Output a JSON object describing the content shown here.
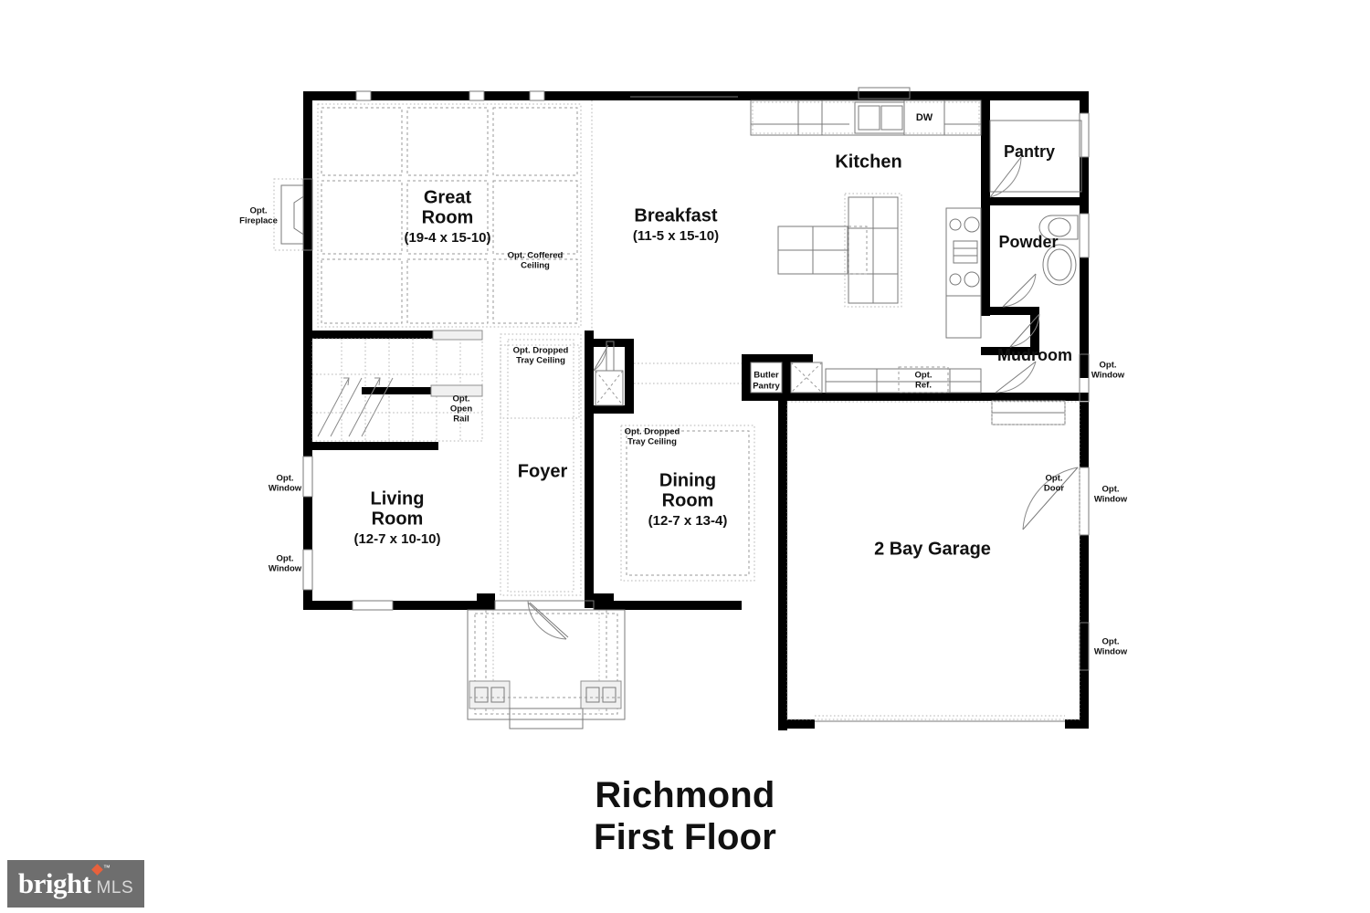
{
  "document": {
    "type": "residential-floor-plan",
    "title_lines": [
      "Richmond",
      "First Floor"
    ],
    "plan_name": "Richmond",
    "floor_name": "First Floor"
  },
  "watermark": {
    "brand": "bright",
    "suffix": "MLS",
    "trademark": "™",
    "background_color": "#6e6e6e",
    "accent_color": "#e8613c"
  },
  "rooms": [
    {
      "id": "great-room",
      "name": "Great\nRoom",
      "name_line1": "Great",
      "name_line2": "Room",
      "dimensions": "(19-4 x 15-10)"
    },
    {
      "id": "breakfast",
      "name": "Breakfast",
      "name_line1": "Breakfast",
      "dimensions": "(11-5 x 15-10)"
    },
    {
      "id": "kitchen",
      "name": "Kitchen",
      "name_line1": "Kitchen",
      "dimensions": ""
    },
    {
      "id": "pantry",
      "name": "Pantry",
      "name_line1": "Pantry",
      "dimensions": ""
    },
    {
      "id": "powder",
      "name": "Powder",
      "name_line1": "Powder",
      "dimensions": ""
    },
    {
      "id": "mudroom",
      "name": "Mudroom",
      "name_line1": "Mudroom",
      "dimensions": ""
    },
    {
      "id": "foyer",
      "name": "Foyer",
      "name_line1": "Foyer",
      "dimensions": ""
    },
    {
      "id": "living-room",
      "name": "Living\nRoom",
      "name_line1": "Living",
      "name_line2": "Room",
      "dimensions": "(12-7 x 10-10)"
    },
    {
      "id": "dining-room",
      "name": "Dining\nRoom",
      "name_line1": "Dining",
      "name_line2": "Room",
      "dimensions": "(12-7 x 13-4)"
    },
    {
      "id": "garage",
      "name": "2 Bay Garage",
      "name_line1": "2 Bay Garage",
      "dimensions": ""
    }
  ],
  "options": {
    "fireplace": {
      "line1": "Opt.",
      "line2": "Fireplace"
    },
    "coffered_ceiling": {
      "line1": "Opt. Coffered",
      "line2": "Ceiling"
    },
    "dropped_tray_foyer": {
      "line1": "Opt. Dropped",
      "line2": "Tray Ceiling"
    },
    "dropped_tray_dining": {
      "line1": "Opt. Dropped",
      "line2": "Tray Ceiling"
    },
    "open_rail": {
      "line1": "Opt.",
      "line2": "Open",
      "line3": "Rail"
    },
    "window_living_upper": {
      "line1": "Opt.",
      "line2": "Window"
    },
    "window_living_lower": {
      "line1": "Opt.",
      "line2": "Window"
    },
    "window_mudroom": {
      "line1": "Opt.",
      "line2": "Window"
    },
    "window_garage_upper": {
      "line1": "Opt.",
      "line2": "Window"
    },
    "window_garage_lower": {
      "line1": "Opt.",
      "line2": "Window"
    },
    "door_garage": {
      "line1": "Opt.",
      "line2": "Door"
    },
    "refrigerator": {
      "line1": "Opt.",
      "line2": "Ref."
    }
  },
  "fixtures": {
    "dishwasher": "DW",
    "butler_pantry": {
      "line1": "Butler",
      "line2": "Pantry"
    }
  },
  "colors": {
    "wall": "#000000",
    "thin_line": "#7a7a7a",
    "dashed_line": "#9a9a9a",
    "dotted_line": "#b5b5b5",
    "text": "#111111",
    "background": "#ffffff"
  }
}
